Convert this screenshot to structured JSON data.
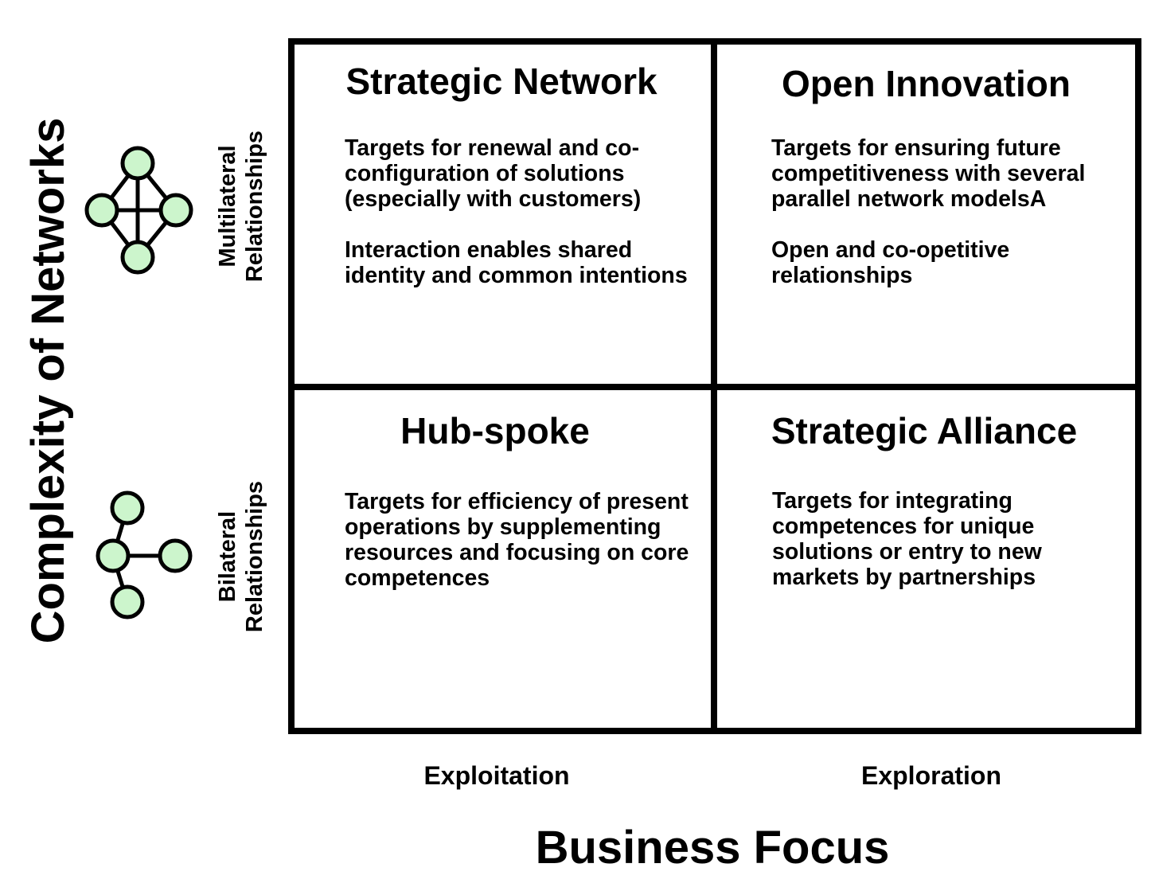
{
  "y_axis": {
    "title": "Complexity of Networks",
    "rows": [
      {
        "label_line1": "Multilateral",
        "label_line2": "Relationships",
        "icon": "mesh-network-icon"
      },
      {
        "label_line1": "Bilateral",
        "label_line2": "Relationships",
        "icon": "hub-network-icon"
      }
    ]
  },
  "x_axis": {
    "title": "Business Focus",
    "columns": [
      "Exploitation",
      "Exploration"
    ]
  },
  "quadrants": {
    "top_left": {
      "title": "Strategic Network",
      "paragraphs": [
        "Targets for renewal and co-configuration of solutions (especially with customers)",
        "Interaction enables shared identity and common intentions"
      ]
    },
    "top_right": {
      "title": "Open Innovation",
      "paragraphs": [
        "Targets for ensuring future competitiveness with several parallel network modelsA",
        "Open and co-opetitive relationships"
      ]
    },
    "bottom_left": {
      "title": "Hub-spoke",
      "paragraphs": [
        "Targets for efficiency of present operations by supplementing resources and focusing on core competences"
      ]
    },
    "bottom_right": {
      "title": "Strategic Alliance",
      "paragraphs": [
        "Targets for integrating competences for unique solutions or entry to new markets by partnerships"
      ]
    }
  },
  "colors": {
    "node_fill": "#ccf5cc",
    "line": "#000000"
  }
}
